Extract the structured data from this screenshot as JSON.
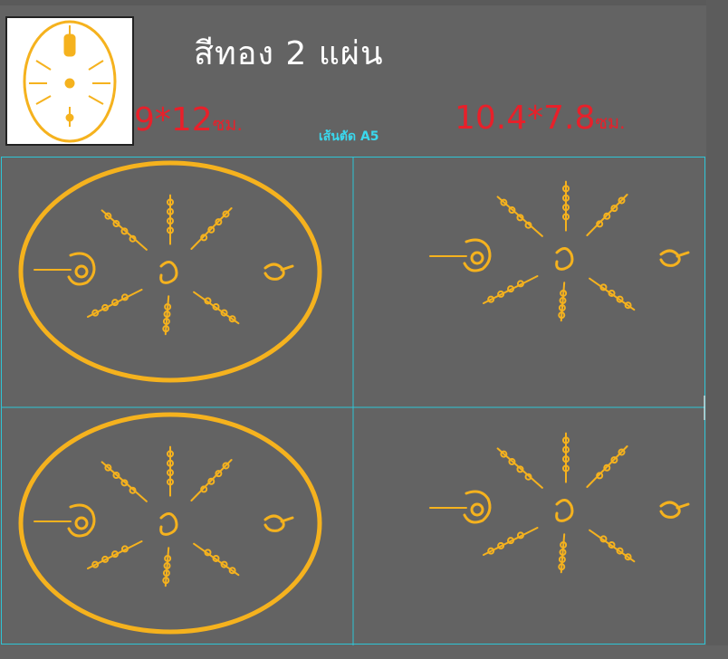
{
  "header": {
    "title": "สีทอง 2 แผ่น",
    "size_a_num": "9*12",
    "size_a_unit": "ซม.",
    "size_b_num": "10.4*7.8",
    "size_b_unit": "ซม.",
    "cut_line_label": "เส้นตัด A5"
  },
  "panels": [
    {
      "name": "panel-oval-top",
      "shape": "oval"
    },
    {
      "name": "panel-yantra-top",
      "shape": "none"
    },
    {
      "name": "panel-oval-bottom",
      "shape": "oval"
    },
    {
      "name": "panel-yantra-bottom",
      "shape": "none"
    }
  ],
  "colors": {
    "background": "#636363",
    "gold": "#f5b21e",
    "accent_red": "#e8202a",
    "cut_line": "#3ad8ee",
    "guide": "#2ec4d6"
  }
}
